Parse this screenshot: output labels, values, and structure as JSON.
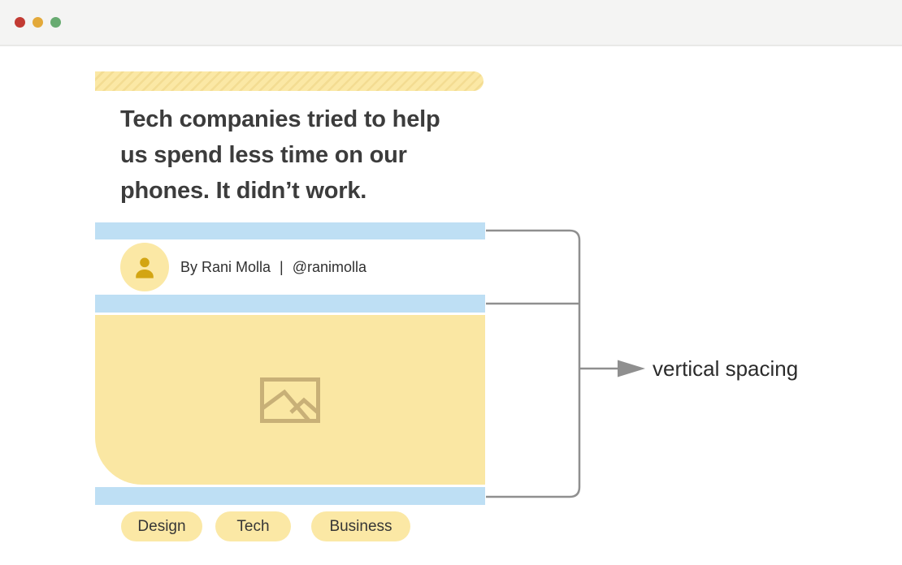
{
  "window": {
    "controls": [
      {
        "name": "close",
        "color": "#c23b33"
      },
      {
        "name": "minimize",
        "color": "#e3a93a"
      },
      {
        "name": "maximize",
        "color": "#68ab71"
      }
    ],
    "titlebar_bg": "#f4f4f3"
  },
  "article_card": {
    "headline": "Tech companies tried to help us spend less time on our phones. It didn’t work.",
    "byline": {
      "author": "By Rani Molla",
      "separator": "|",
      "handle": "@ranimolla"
    },
    "tags": [
      "Design",
      "Tech",
      "Business"
    ]
  },
  "annotation": {
    "label": "vertical spacing"
  },
  "icons": {
    "avatar": "person-icon",
    "image_placeholder": "image-icon",
    "arrow": "arrow-right-icon"
  },
  "colors": {
    "accent_yellow": "#fbe8a5",
    "hatch_stripe": "#f3dc92",
    "spacing_blue": "#bedff4",
    "avatar_gold": "#d3a513",
    "image_icon_stroke": "#c8b077",
    "bracket_gray": "#8f8f8f",
    "headline_text": "#3c3c3c"
  }
}
